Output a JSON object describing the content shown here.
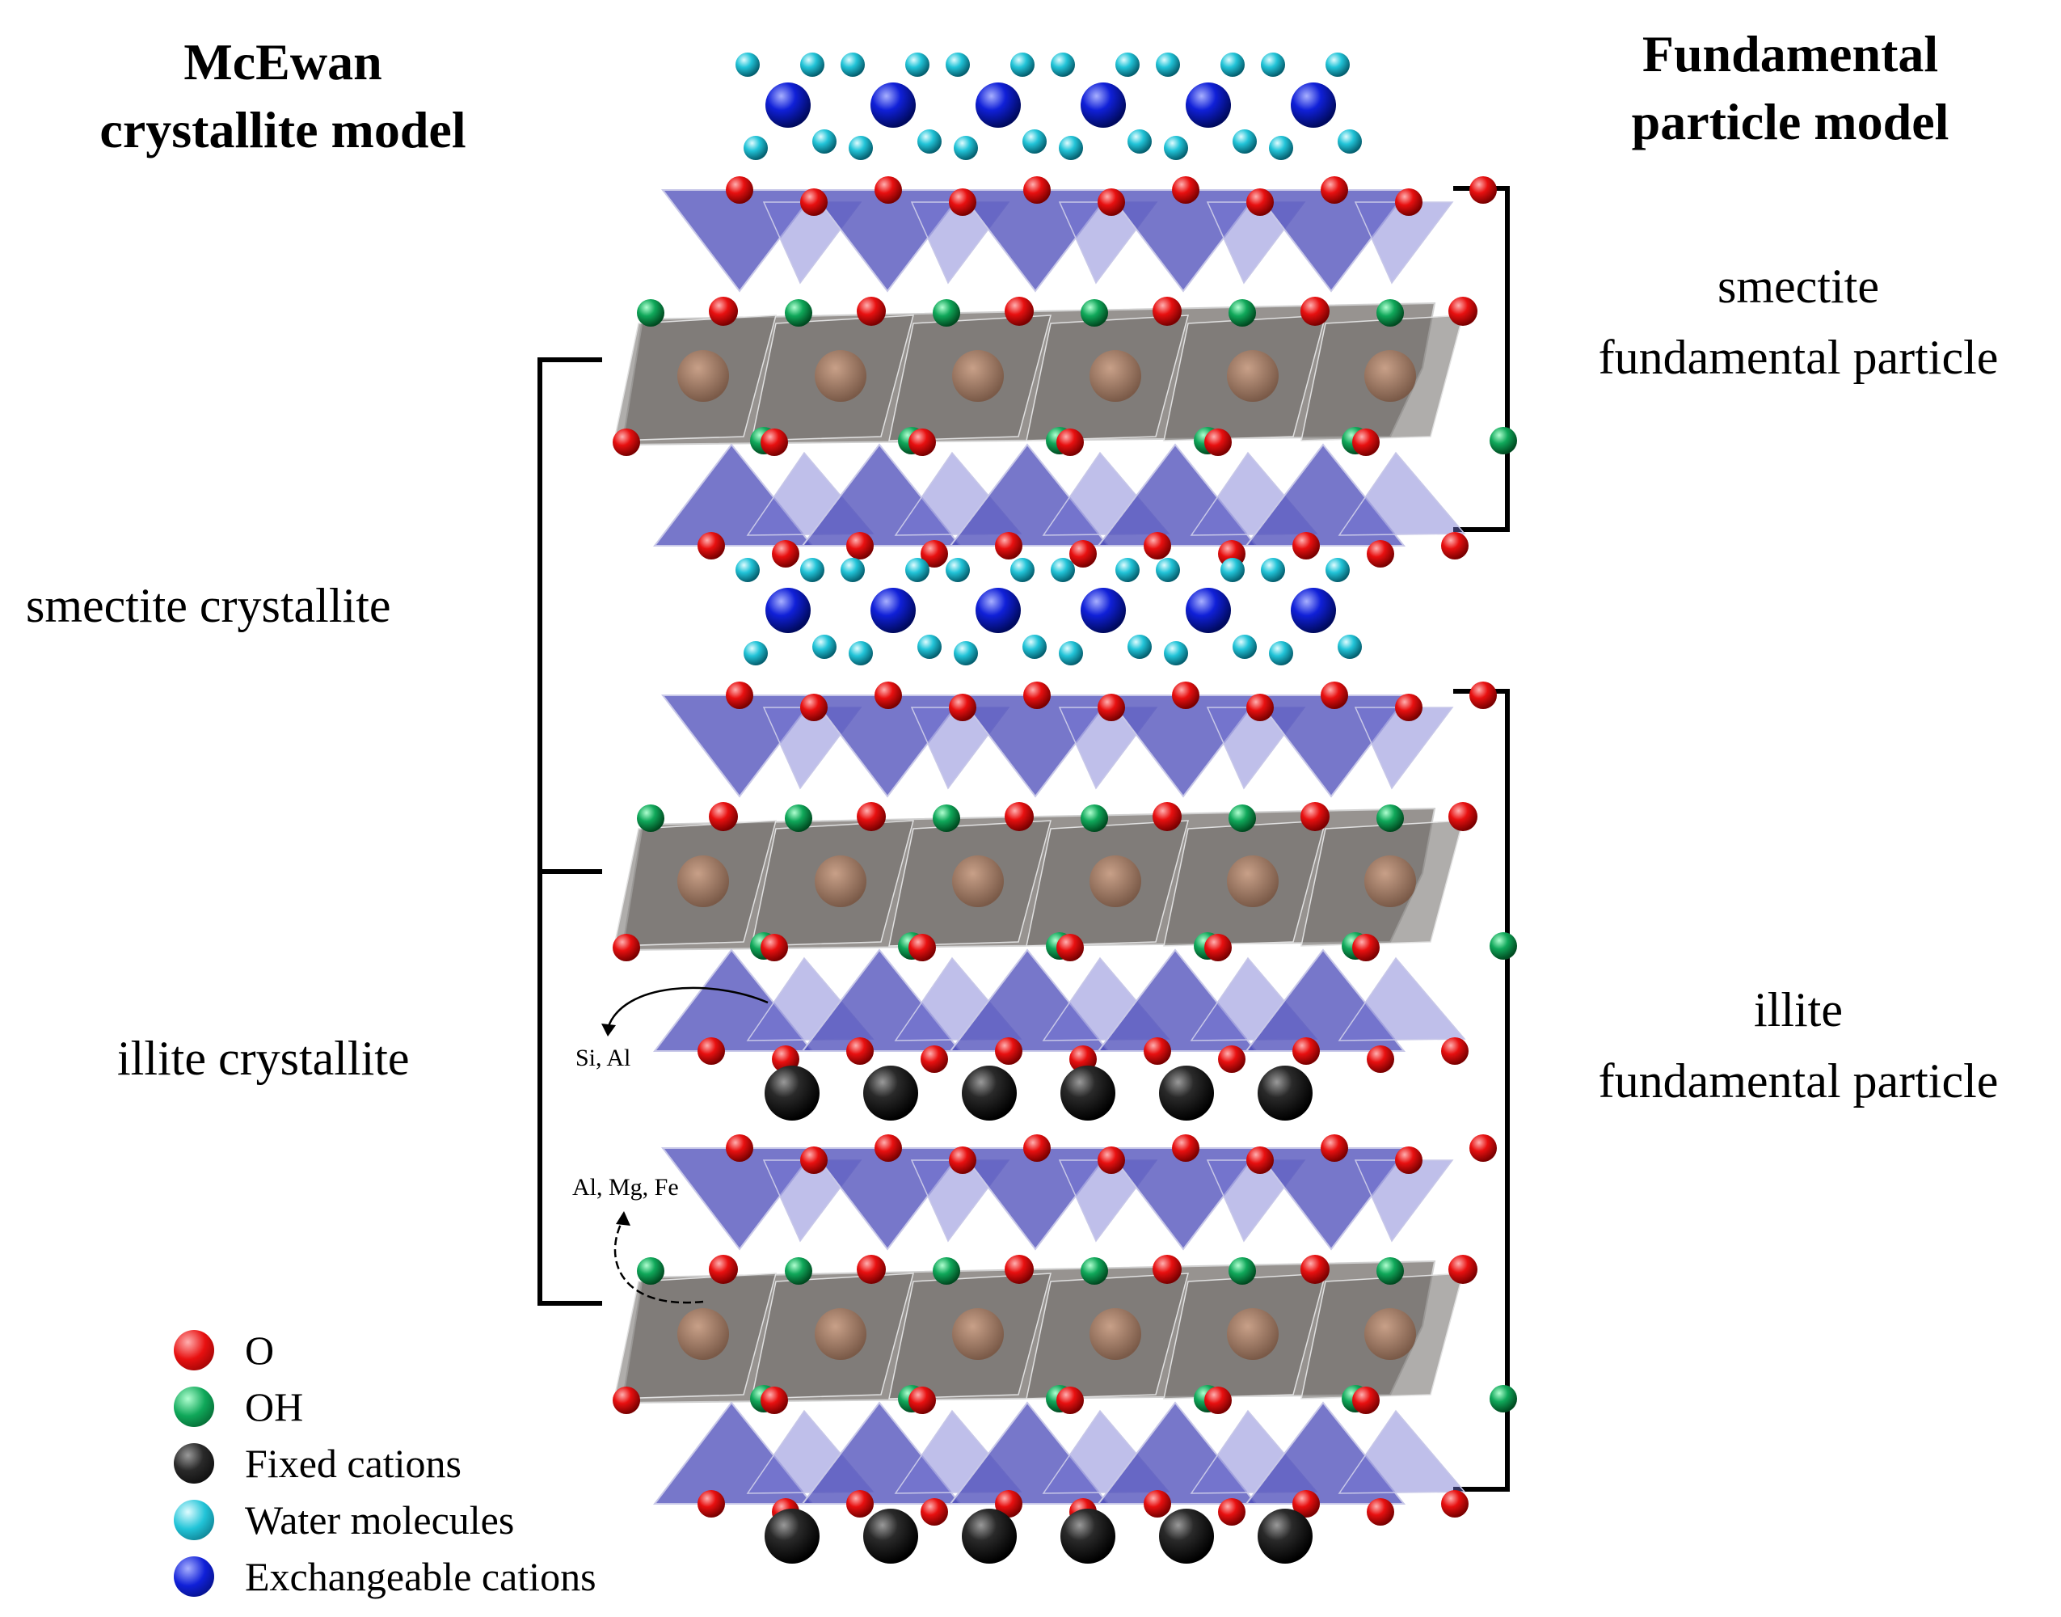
{
  "header": {
    "left_title_line1": "McEwan",
    "left_title_line2": "crystallite model",
    "right_title_line1": "Fundamental",
    "right_title_line2": "particle model"
  },
  "left_labels": {
    "smectite": "smectite crystallite",
    "illite": "illite crystallite"
  },
  "right_labels": {
    "smectite_line1": "smectite",
    "smectite_line2": "fundamental particle",
    "illite_line1": "illite",
    "illite_line2": "fundamental particle"
  },
  "annotations": {
    "tetrahedral_site": "Si, Al",
    "octahedral_site": "Al, Mg, Fe"
  },
  "legend": [
    {
      "label": "O",
      "color": "#e81010",
      "icon": "oxygen-atom-icon"
    },
    {
      "label": "OH",
      "color": "#10a85a",
      "icon": "hydroxyl-atom-icon"
    },
    {
      "label": "Fixed cations",
      "color": "#1a1a1a",
      "icon": "fixed-cation-icon"
    },
    {
      "label": "Water molecules",
      "color": "#22c4d8",
      "icon": "water-molecule-icon"
    },
    {
      "label": "Exchangeable cations",
      "color": "#1020d8",
      "icon": "exchangeable-cation-icon"
    }
  ],
  "colors": {
    "tetrahedra": "#5a5ac0",
    "octahedra": "#8a8580",
    "oxygen": "#e81010",
    "hydroxyl": "#10a85a",
    "fixed_cation": "#1a1a1a",
    "water": "#22c4d8",
    "exchangeable_cation": "#1020d8"
  }
}
